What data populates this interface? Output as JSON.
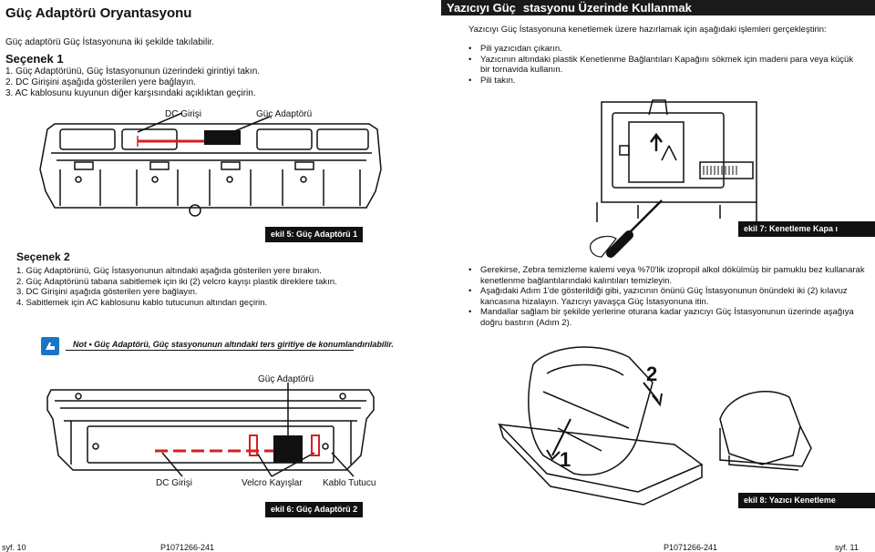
{
  "left": {
    "title": "Güç Adaptörü Oryantasyonu",
    "intro": "Güç adaptörü Güç İstasyonuna iki şekilde takılabilir.",
    "option1": {
      "heading": "Seçenek 1",
      "steps": [
        "1.  Güç Adaptörünü, Güç İstasyonunun üzerindeki girintiyi takın.",
        "2.  DC Girişini aşağıda gösterilen yere bağlayın.",
        "3.  AC kablosunu kuyunun diğer karşısındaki açıklıktan geçirin."
      ]
    },
    "fig5": {
      "label_dc": "DC Girişi",
      "label_adapter": "Güç Adaptörü",
      "tag": "ekil 5: Güç Adaptörü 1"
    },
    "option2": {
      "heading": "Seçenek 2",
      "steps": [
        "1.  Güç Adaptörünü, Güç İstasyonunun altındaki aşağıda gösterilen yere bırakın.",
        "2.  Güç Adaptörünü tabana sabitlemek için iki (2) velcro kayışı plastik direklere takın.",
        "3.  DC Girişini aşağıda gösterilen yere bağlayın.",
        "4.  Sabitlemek için AC kablosunu kablo tutucunun altından geçirin."
      ]
    },
    "note": "Not • Güç Adaptörü, Güç  stasyonunun altındaki ters giritiye de konumlandırılabilir.",
    "fig6": {
      "label_adapter": "Güç Adaptörü",
      "label_dc": "DC Girişi",
      "label_velcro": "Velcro Kayışlar",
      "label_cable": "Kablo Tutucu",
      "tag": "ekil 6: Güç Adaptörü 2"
    },
    "footer_page": "syf.  10",
    "footer_doc": "P1071266-241"
  },
  "right": {
    "title": "Yazıcıyı Güç",
    "title_rest": "stasyonu Üzerinde Kullanmak",
    "intro": "Yazıcıyı Güç İstasyonuna kenetlemek üzere hazırlamak için aşağıdaki işlemleri gerçekleştirin:",
    "bullets1": [
      "Pili yazıcıdan çıkarın.",
      "Yazıcının altındaki plastik Kenetlenme Bağlantıları Kapağını sökmek için madeni para veya küçük bir tornavida kullanın.",
      "Pili takın."
    ],
    "fig7_tag": "ekil 7: Kenetleme Kapa ı",
    "bullets2": [
      "Gerekirse, Zebra temizleme kalemi veya %70'lik izopropil alkol dökülmüş bir pamuklu bez kullanarak kenetlenme bağlantılarındaki kalıntıları temizleyin.",
      "Aşağıdaki Adım 1'de gösterildiği gibi, yazıcının önünü Güç İstasyonunun önündeki iki (2) kılavuz kancasına hizalayın. Yazıcıyı yavaşça Güç İstasyonuna itin.",
      "Mandallar sağlam bir şekilde yerlerine oturana kadar yazıcıyı Güç İstasyonunun üzerinde aşağıya doğru bastırın (Adım 2)."
    ],
    "step1": "1",
    "step2": "2",
    "fig8_tag": "ekil 8: Yazıcı Kenetleme",
    "footer_doc": "P1071266-241",
    "footer_page": "syf.  11"
  },
  "colors": {
    "dashed_red": "#d42020",
    "header_bg": "#1a1a1a",
    "note_icon": "#1a73c7"
  }
}
